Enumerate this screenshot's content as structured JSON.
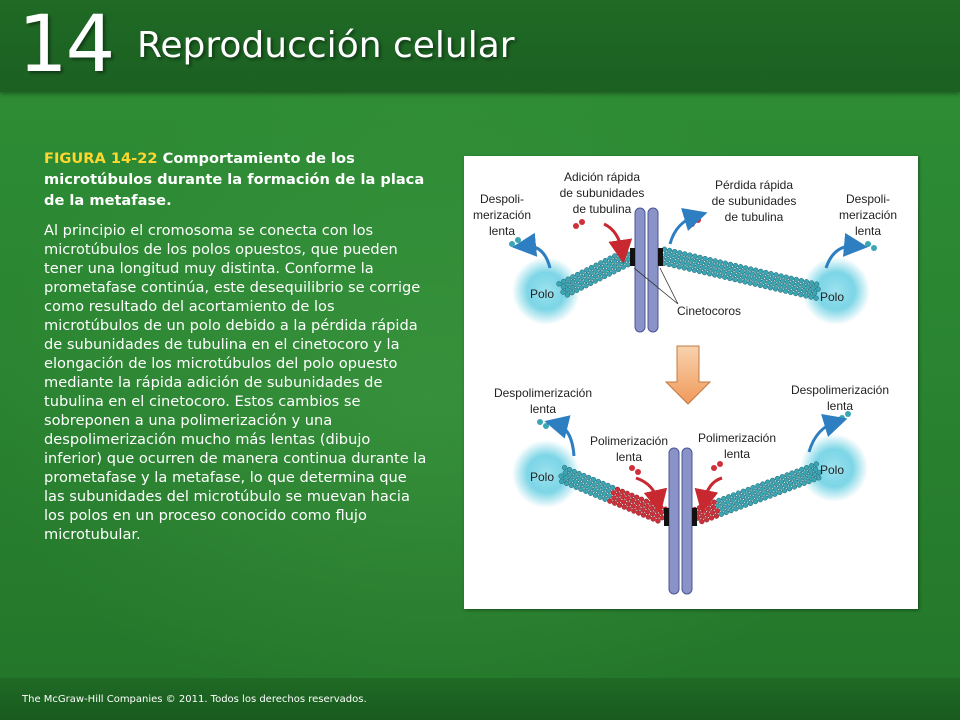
{
  "header": {
    "chapter_number": "14",
    "chapter_title": "Reproducción celular"
  },
  "caption": {
    "figure_label": "FIGURA 14-22",
    "figure_title": "Comportamiento de los microtúbulos durante la formación de la placa de la metafase.",
    "body": "Al principio el cromosoma se conecta con los microtúbulos de los polos opuestos, que pueden tener una longitud muy distinta. Conforme la prometafase continúa, este desequilibrio se corrige como resultado del acortamiento de los microtúbulos de un polo debido a la pérdida rápida de subunidades de tubulina en el cinetocoro y la elongación de los microtúbulos del polo opuesto mediante la rápida adición de subunidades de tubulina en el cinetocoro. Estos cambios se sobreponen a una polimerización y una despolimerización mucho más lentas (dibujo inferior) que ocurren de manera continua durante la prometafase y la metafase, lo que determina que las subunidades del microtúbulo se muevan hacia los polos en un proceso conocido como flujo microtubular."
  },
  "figure": {
    "top": {
      "left_depol": [
        "Despoli-",
        "merización",
        "lenta"
      ],
      "rapid_addition": [
        "Adición rápida",
        "de subunidades",
        "de tubulina"
      ],
      "rapid_loss": [
        "Pérdida rápida",
        "de subunidades",
        "de tubulina"
      ],
      "right_depol": [
        "Despoli-",
        "merización",
        "lenta"
      ],
      "pole_left": "Polo",
      "pole_right": "Polo",
      "kinetochores": "Cinetocoros"
    },
    "bottom": {
      "left_depol": [
        "Despolimerización",
        "lenta"
      ],
      "right_depol": [
        "Despolimerización",
        "lenta"
      ],
      "left_pol": [
        "Polimerización",
        "lenta"
      ],
      "right_pol": [
        "Polimerización",
        "lenta"
      ],
      "pole_left": "Polo",
      "pole_right": "Polo"
    },
    "colors": {
      "tubulin": "#3aa6b4",
      "tubulin_red": "#d0303a",
      "chromosome": "#8a93c8",
      "arrow_blue": "#2d7fc1",
      "arrow_red": "#c8282f",
      "transition_arrow": "#f3b98a"
    }
  },
  "footer": {
    "copyright": "The McGraw-Hill Companies © 2011. Todos los derechos reservados."
  }
}
